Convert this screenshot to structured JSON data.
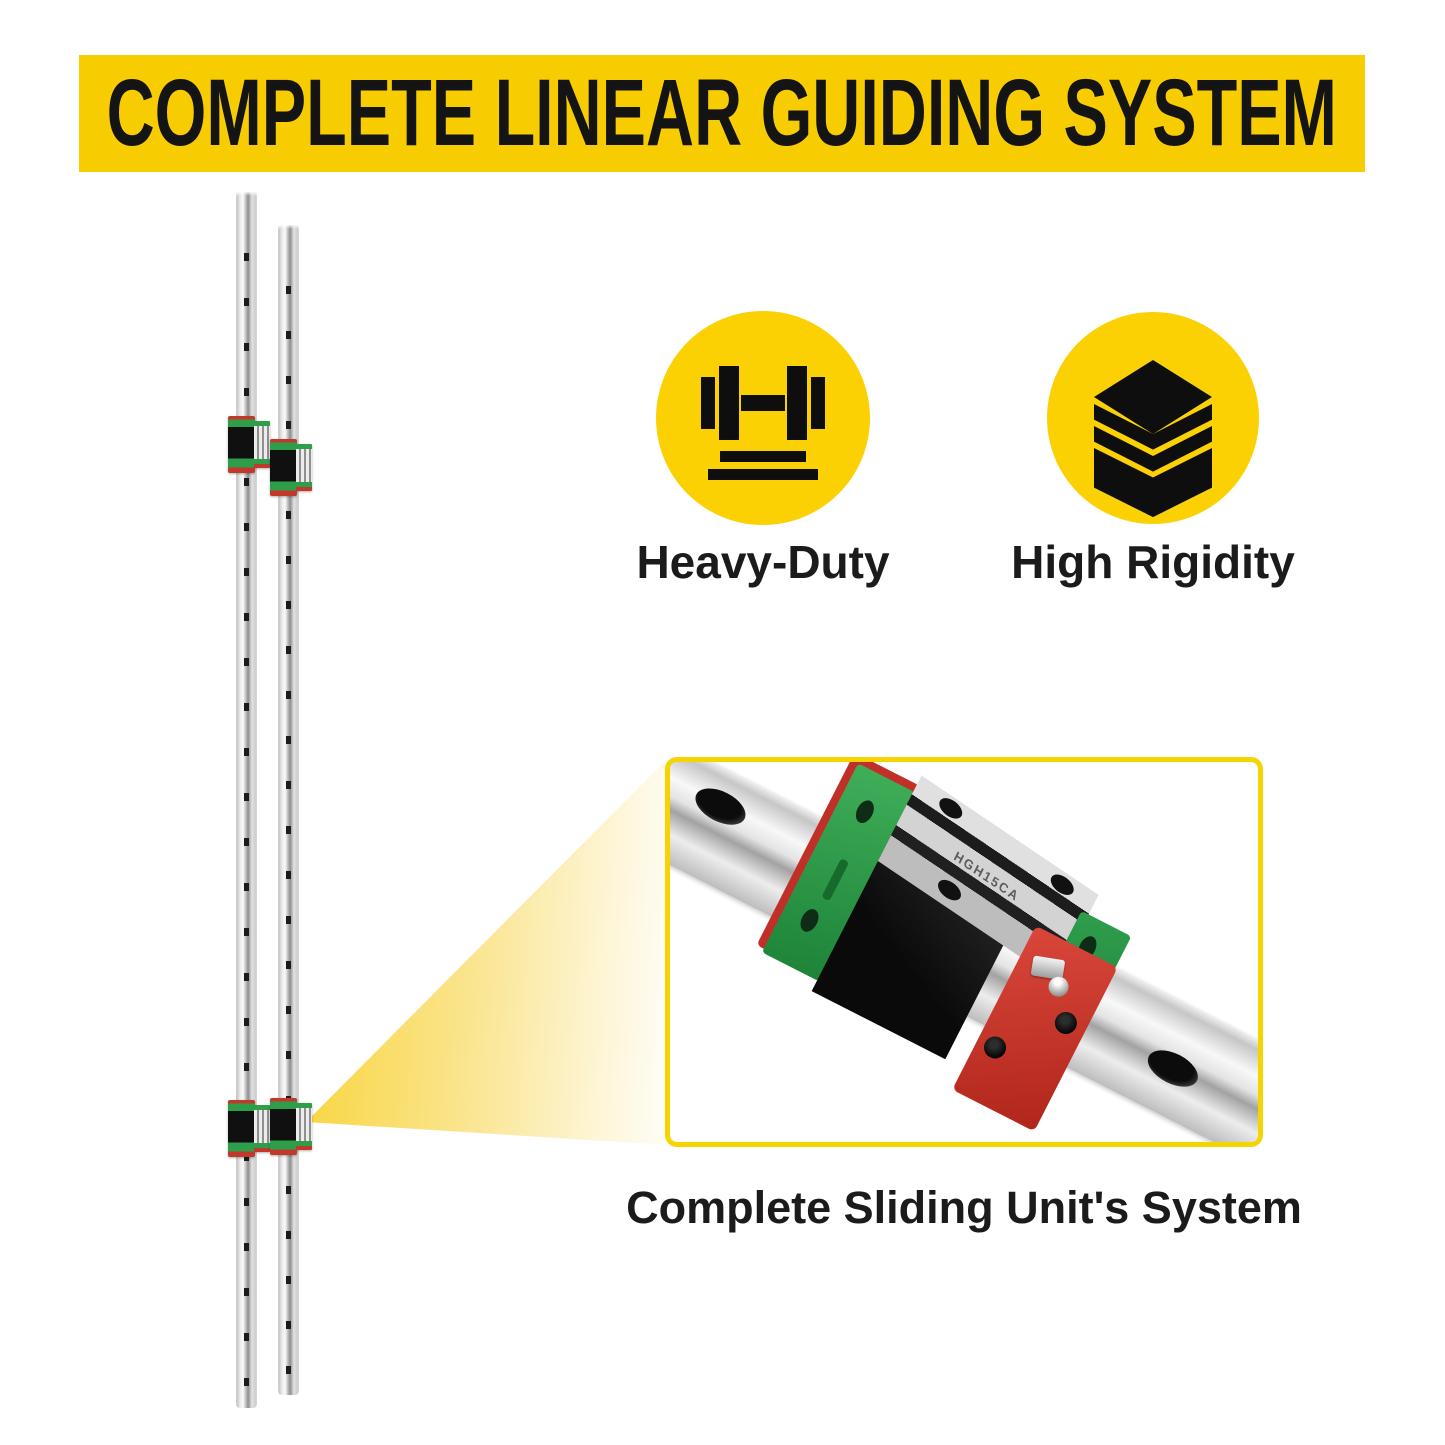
{
  "banner": {
    "title": "COMPLETE LINEAR GUIDING SYSTEM",
    "bg_color": "#F7CC00",
    "text_color": "#141414"
  },
  "features": [
    {
      "label": "Heavy-Duty",
      "icon": "dumbbell-weight-icon",
      "circle_color": "#FBD104"
    },
    {
      "label": "High Rigidity",
      "icon": "stacked-layers-icon",
      "circle_color": "#FBD104"
    }
  ],
  "detail": {
    "caption": "Complete Sliding Unit's System",
    "border_color": "#F5D400",
    "block_marking": "HGH15CA"
  },
  "product": {
    "rail_count": 2,
    "slider_block_count": 4,
    "block_green": "#2F9E4B",
    "block_red": "#C2392B",
    "beam_color": "#F8D53C"
  }
}
